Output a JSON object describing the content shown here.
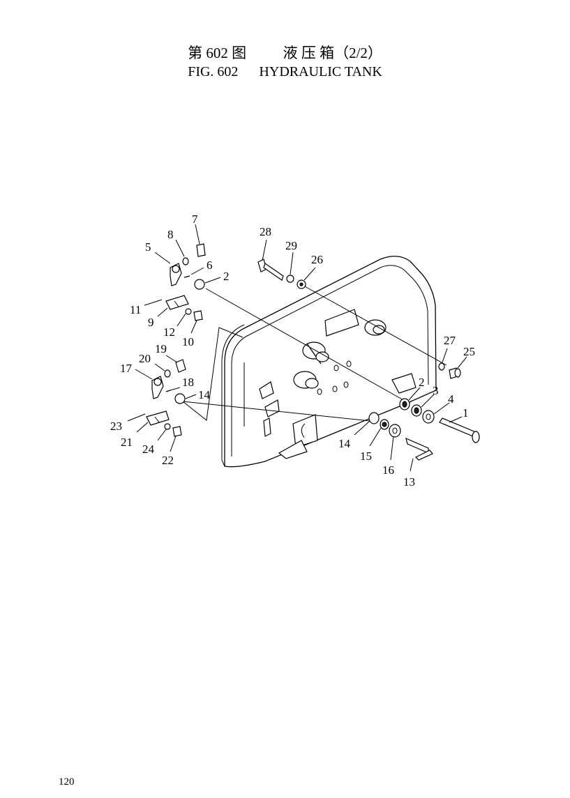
{
  "title": {
    "chinese": "第 602 图          液 压 箱（2/2）",
    "english": "FIG. 602      HYDRAULIC TANK"
  },
  "page_number": "120",
  "callouts": [
    "1",
    "2",
    "2",
    "3",
    "4",
    "5",
    "6",
    "7",
    "8",
    "9",
    "10",
    "11",
    "12",
    "13",
    "14",
    "14",
    "15",
    "16",
    "17",
    "18",
    "19",
    "20",
    "21",
    "22",
    "23",
    "24",
    "25",
    "26",
    "27",
    "28",
    "29"
  ]
}
